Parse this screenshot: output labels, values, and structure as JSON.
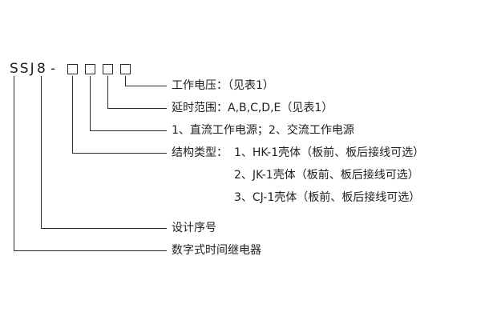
{
  "model": {
    "prefix": "SSJ",
    "serial": "8",
    "dash": "-"
  },
  "legend": {
    "working_voltage": "工作电压：（见表1）",
    "delay_range": "延时范围：A,B,C,D,E（见表1）",
    "power_supply": "1、直流工作电源；2、交流工作电源",
    "structure_type_label": "结构类型：",
    "structure_type_1": "1、HK-1壳体（板前、板后接线可选）",
    "structure_type_2": "2、JK-1壳体（板前、板后接线可选）",
    "structure_type_3": "3、CJ-1壳体（板前、板后接线可选）",
    "design_serial": "设计序号",
    "product_name": "数字式时间继电器"
  }
}
